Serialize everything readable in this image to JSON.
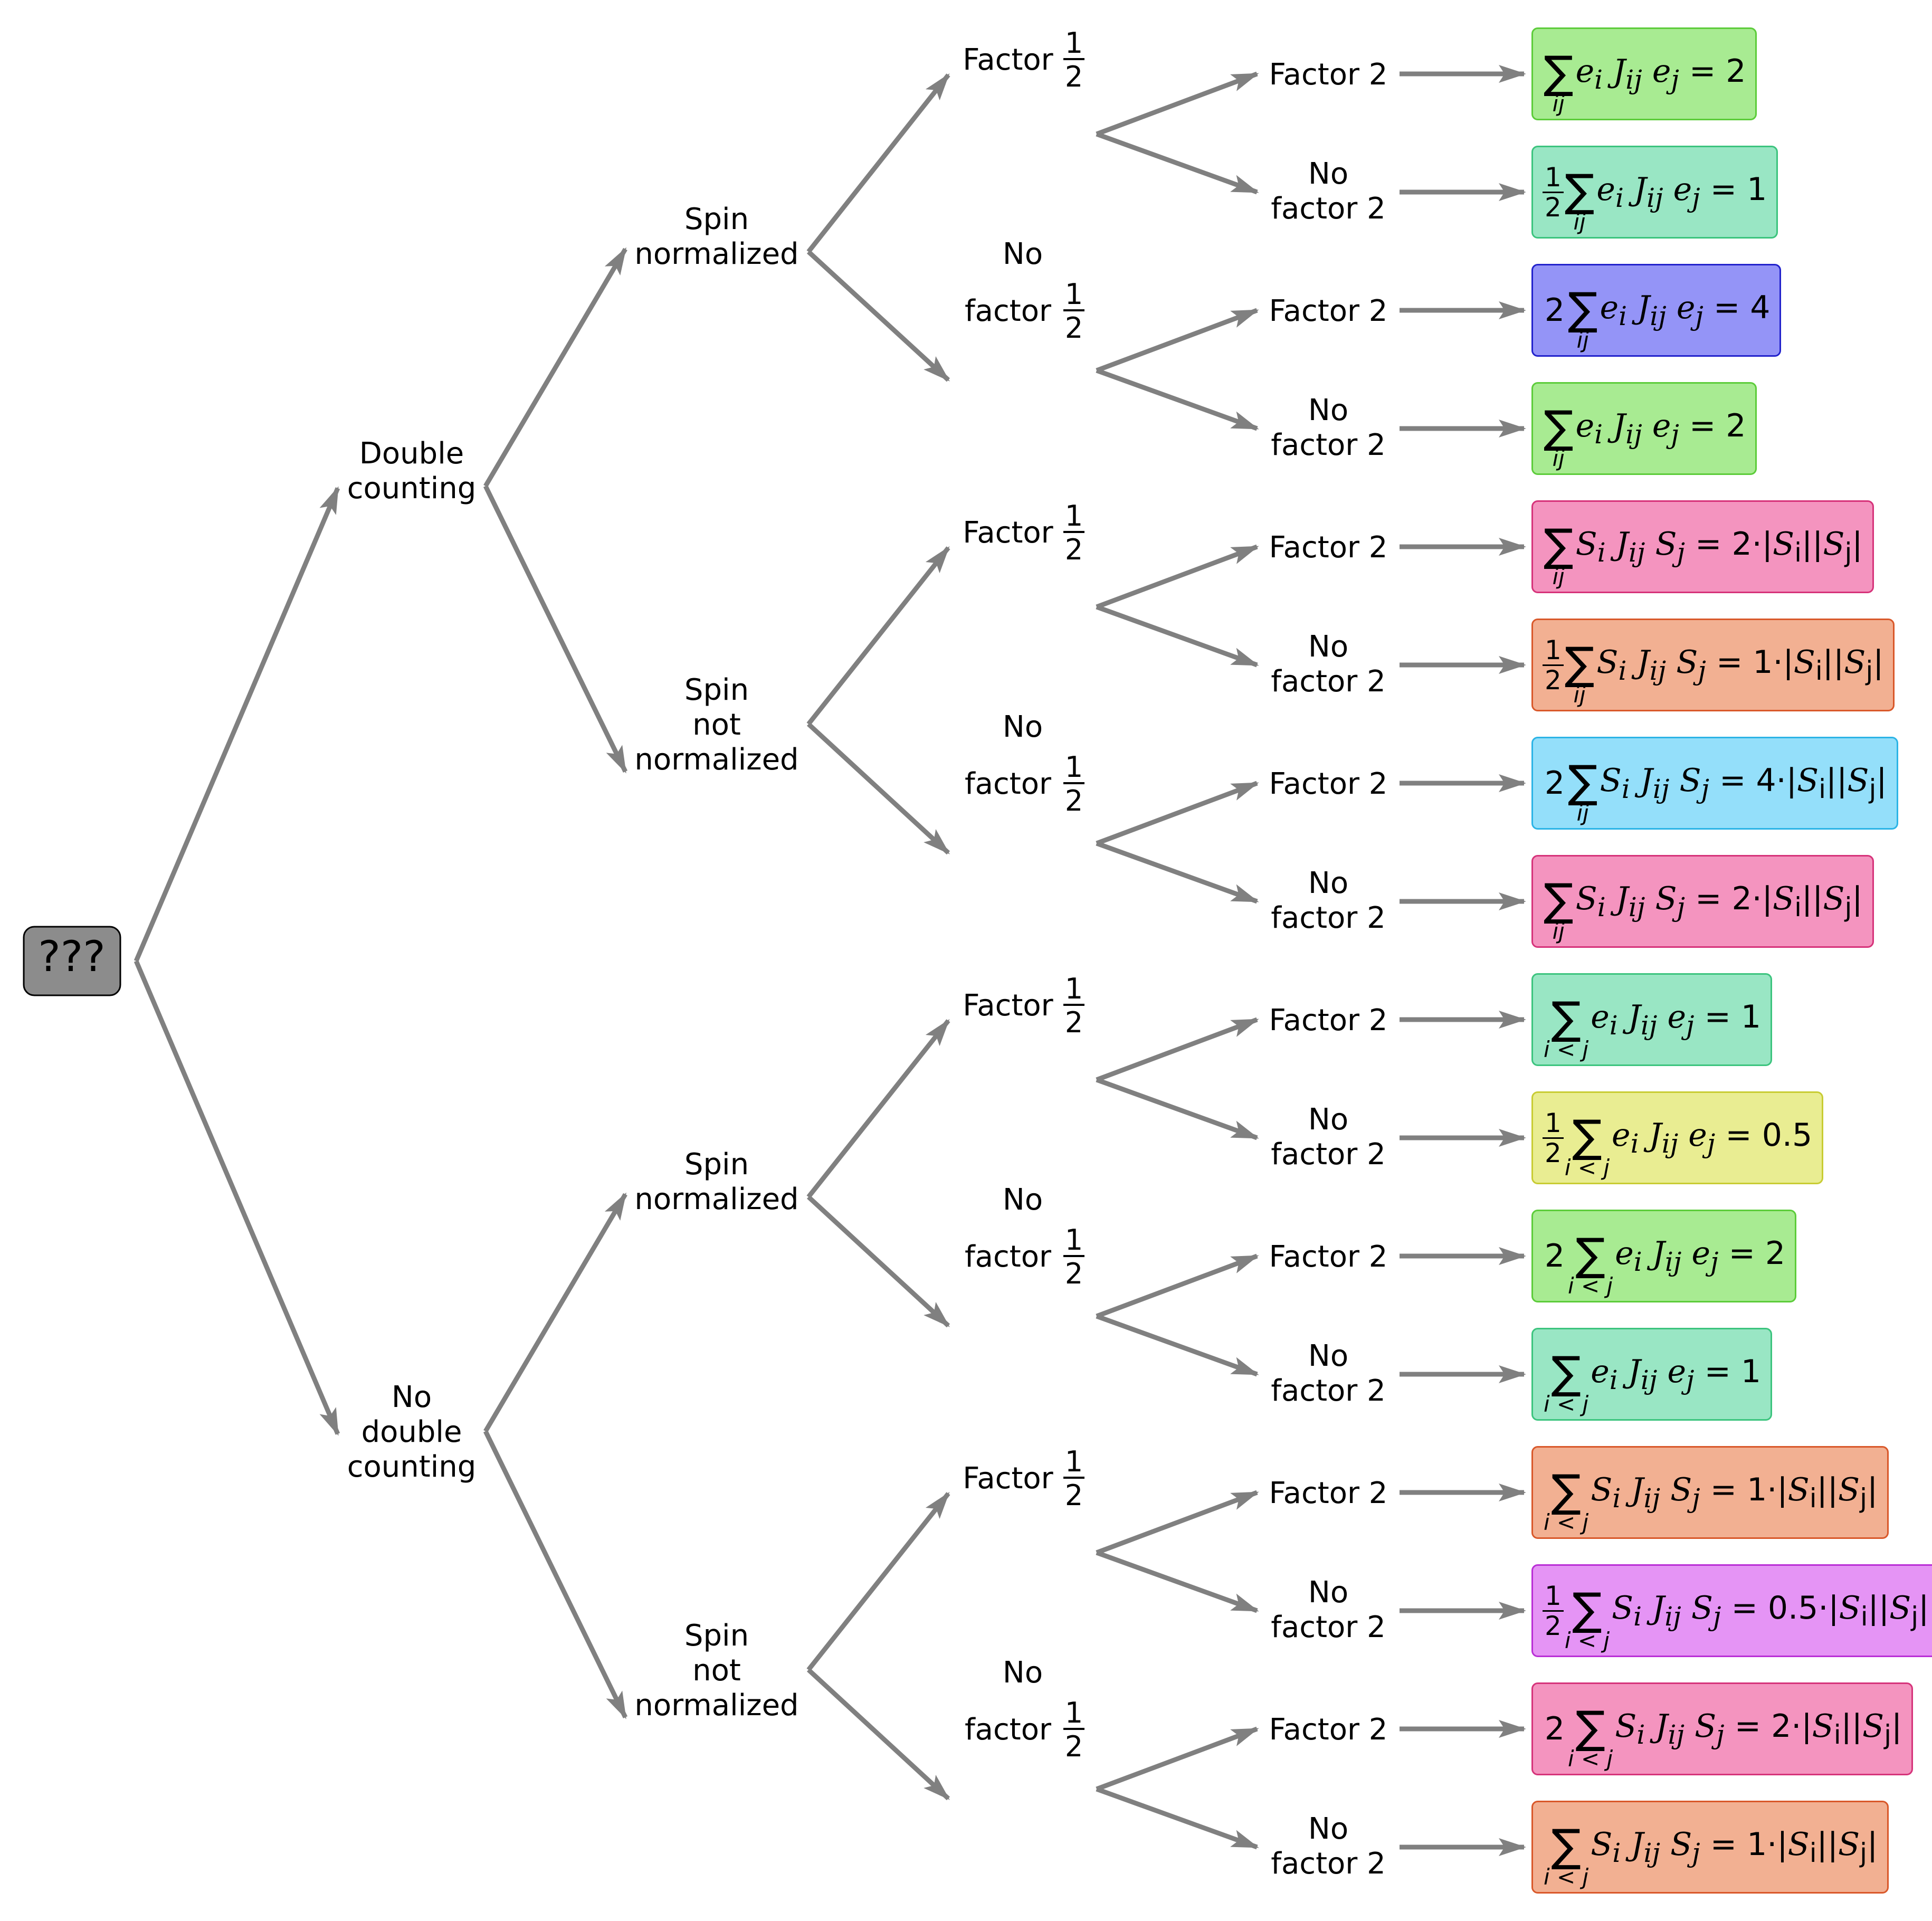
{
  "root": {
    "label": "???",
    "fill": "#8c8c8c"
  },
  "level1": [
    {
      "lines": [
        "Double",
        "counting"
      ]
    },
    {
      "lines": [
        "No",
        "double",
        "counting"
      ]
    }
  ],
  "level2": [
    {
      "lines": [
        "Spin",
        "normalized"
      ]
    },
    {
      "lines": [
        "Spin",
        "not",
        "normalized"
      ]
    },
    {
      "lines": [
        "Spin",
        "normalized"
      ]
    },
    {
      "lines": [
        "Spin",
        "not",
        "normalized"
      ]
    }
  ],
  "level3": [
    {
      "word": "Factor",
      "has_no": false
    },
    {
      "word": "factor",
      "has_no": true
    },
    {
      "word": "Factor",
      "has_no": false
    },
    {
      "word": "factor",
      "has_no": true
    },
    {
      "word": "Factor",
      "has_no": false
    },
    {
      "word": "factor",
      "has_no": true
    },
    {
      "word": "Factor",
      "has_no": false
    },
    {
      "word": "factor",
      "has_no": true
    }
  ],
  "labels": {
    "no": "No",
    "half_num": "1",
    "half_den": "2",
    "factor2": "Factor 2",
    "nofactor2_line1": "No",
    "nofactor2_line2": "factor 2"
  },
  "leaves": [
    {
      "prefix": "",
      "sum_sub": "ij",
      "var": "e",
      "rhs": "= 2",
      "fill": "#a8eb92",
      "stroke": "#5ccc3a"
    },
    {
      "prefix": "half",
      "sum_sub": "ij",
      "var": "e",
      "rhs": "= 1",
      "fill": "#99e6c4",
      "stroke": "#3cc47e"
    },
    {
      "prefix": "2",
      "sum_sub": "ij",
      "var": "e",
      "rhs": "= 4",
      "fill": "#9494f7",
      "stroke": "#2222cc"
    },
    {
      "prefix": "",
      "sum_sub": "ij",
      "var": "e",
      "rhs": "= 2",
      "fill": "#a8eb92",
      "stroke": "#5ccc3a"
    },
    {
      "prefix": "",
      "sum_sub": "ij",
      "var": "S",
      "rhs": "= 2·|S_i||S_j|",
      "fill": "#f494bf",
      "stroke": "#d6337a"
    },
    {
      "prefix": "half",
      "sum_sub": "ij",
      "var": "S",
      "rhs": "= 1·|S_i||S_j|",
      "fill": "#f2b092",
      "stroke": "#d9582a"
    },
    {
      "prefix": "2",
      "sum_sub": "ij",
      "var": "S",
      "rhs": "= 4·|S_i||S_j|",
      "fill": "#94dffa",
      "stroke": "#2cb4e6"
    },
    {
      "prefix": "",
      "sum_sub": "ij",
      "var": "S",
      "rhs": "= 2·|S_i||S_j|",
      "fill": "#f494bf",
      "stroke": "#d6337a"
    },
    {
      "prefix": "",
      "sum_sub": "i < j",
      "var": "e",
      "rhs": "= 1",
      "fill": "#99e6c4",
      "stroke": "#3cc47e"
    },
    {
      "prefix": "half",
      "sum_sub": "i < j",
      "var": "e",
      "rhs": "= 0.5",
      "fill": "#e9ed92",
      "stroke": "#c8cc33"
    },
    {
      "prefix": "2",
      "sum_sub": "i < j",
      "var": "e",
      "rhs": "= 2",
      "fill": "#a8eb92",
      "stroke": "#5ccc3a"
    },
    {
      "prefix": "",
      "sum_sub": "i < j",
      "var": "e",
      "rhs": "= 1",
      "fill": "#99e6c4",
      "stroke": "#3cc47e"
    },
    {
      "prefix": "",
      "sum_sub": "i < j",
      "var": "S",
      "rhs": "= 1·|S_i||S_j|",
      "fill": "#f2b092",
      "stroke": "#d9582a"
    },
    {
      "prefix": "half",
      "sum_sub": "i < j",
      "var": "S",
      "rhs": "= 0.5·|S_i||S_j|",
      "fill": "#e594f5",
      "stroke": "#b92ed6"
    },
    {
      "prefix": "2",
      "sum_sub": "i < j",
      "var": "S",
      "rhs": "= 2·|S_i||S_j|",
      "fill": "#f494bf",
      "stroke": "#d6337a"
    },
    {
      "prefix": "",
      "sum_sub": "i < j",
      "var": "S",
      "rhs": "= 1·|S_i||S_j|",
      "fill": "#f2b092",
      "stroke": "#d9582a"
    }
  ]
}
